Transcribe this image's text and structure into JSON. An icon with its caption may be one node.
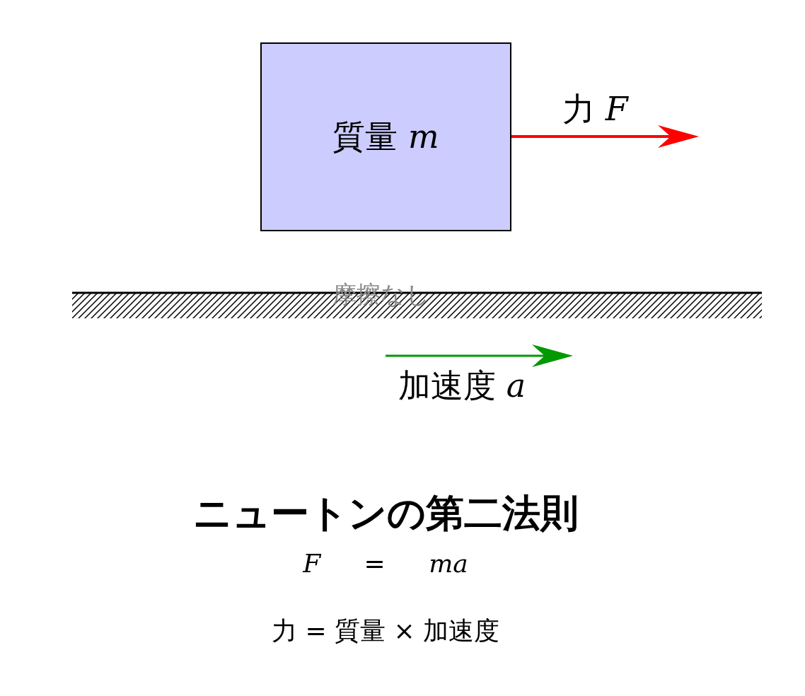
{
  "diagram": {
    "title": "ニュートンの第二法則",
    "nodes": [
      {
        "text": [
          "質量 *m*"
        ]
      },
      {
        "text": [
          "摩擦なし"
        ]
      }
    ],
    "labels": [
      "力 *F*",
      "加速度 *a*",
      "*F* = *ma*",
      "力 = 質量 × 加速度"
    ]
  }
}
